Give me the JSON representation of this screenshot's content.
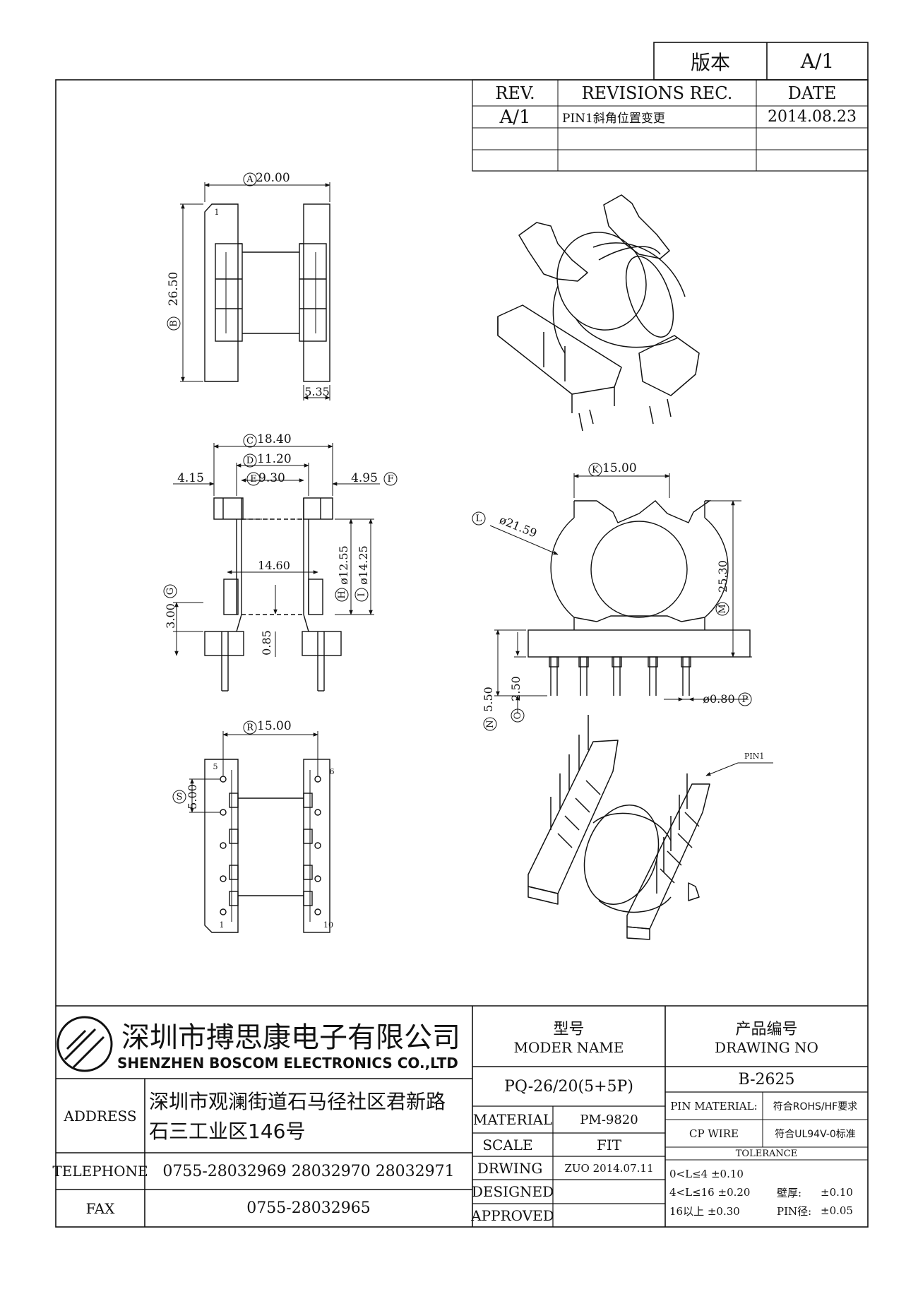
{
  "version_box": {
    "label": "版本",
    "value": "A/1"
  },
  "revisions": {
    "headers": {
      "rev": "REV.",
      "rec": "REVISIONS REC.",
      "date": "DATE"
    },
    "rows": [
      {
        "rev": "A/1",
        "rec": "PIN1斜角位置变更",
        "date": "2014.08.23"
      }
    ]
  },
  "dimensions": {
    "A": "20.00",
    "B": "26.50",
    "b_width": "5.35",
    "C": "18.40",
    "D": "11.20",
    "E": "9.30",
    "left_offset": "4.15",
    "F": "4.95",
    "inner": "14.60",
    "H": "ø12.55",
    "I": "ø14.25",
    "G": "3.00",
    "gap": "0.85",
    "K": "15.00",
    "L": "ø21.59",
    "M": "25.30",
    "N": "5.50",
    "O": "2.50",
    "P": "ø0.80",
    "R": "15.00",
    "S": "5.00"
  },
  "dimension_letters": {
    "A": "A",
    "B": "B",
    "C": "C",
    "D": "D",
    "E": "E",
    "F": "F",
    "G": "G",
    "H": "H",
    "I": "I",
    "K": "K",
    "L": "L",
    "M": "M",
    "N": "N",
    "O": "O",
    "P": "P",
    "R": "R",
    "S": "S"
  },
  "pin_numbers": {
    "p1": "1",
    "p5": "5",
    "p6": "6",
    "p10": "10",
    "top_view_pin": "1"
  },
  "pin1_label": "PIN1",
  "title_block": {
    "company_cn": "深圳市搏思康电子有限公司",
    "company_en": "SHENZHEN BOSCOM ELECTRONICS CO.,LTD",
    "address_label": "ADDRESS",
    "address_line1": "深圳市观澜街道石马径社区君新路",
    "address_line2": "石三工业区146号",
    "telephone_label": "TELEPHONE",
    "telephone": "0755-28032969 28032970 28032971",
    "fax_label": "FAX",
    "fax": "0755-28032965",
    "model_cn": "型号",
    "model_en": "MODER NAME",
    "model_value": "PQ-26/20(5+5P)",
    "drawing_cn": "产品编号",
    "drawing_en": "DRAWING NO",
    "drawing_value": "B-2625",
    "material_label": "MATERIAL",
    "material_value": "PM-9820",
    "scale_label": "SCALE",
    "scale_value": "FIT",
    "drwing_label": "DRWING",
    "drwing_value": "ZUO 2014.07.11",
    "designed_label": "DESIGNED",
    "approved_label": "APPROVED",
    "pin_material_label": "PIN MATERIAL:",
    "pin_material_value": "符合ROHS/HF要求",
    "cp_wire_label": "CP WIRE",
    "cp_wire_value": "符合UL94V-0标准",
    "tolerance_label": "TOLERANCE",
    "tol_1": "0<L≤4  ±0.10",
    "tol_2": "4<L≤16  ±0.20",
    "tol_3": "16以上    ±0.30",
    "wall_label": "壁厚:",
    "wall_value": "±0.10",
    "pin_dia_label": "PIN径:",
    "pin_dia_value": "±0.05"
  }
}
